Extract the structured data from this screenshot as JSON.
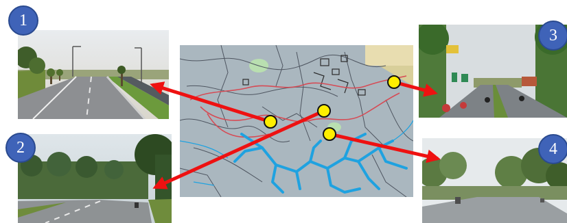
{
  "badges": {
    "b1": "1",
    "b2": "2",
    "b3": "3",
    "b4": "4"
  },
  "colors": {
    "badge_fill": "#3f63b8",
    "arrow": "#ee1111",
    "marker": "#ffee00",
    "map_bg": "#aab7bf",
    "water": "#1fa2e0",
    "boundary": "#d64b55"
  },
  "icons": {
    "marker": "yellow-circle-marker",
    "arrow": "red-arrow"
  }
}
